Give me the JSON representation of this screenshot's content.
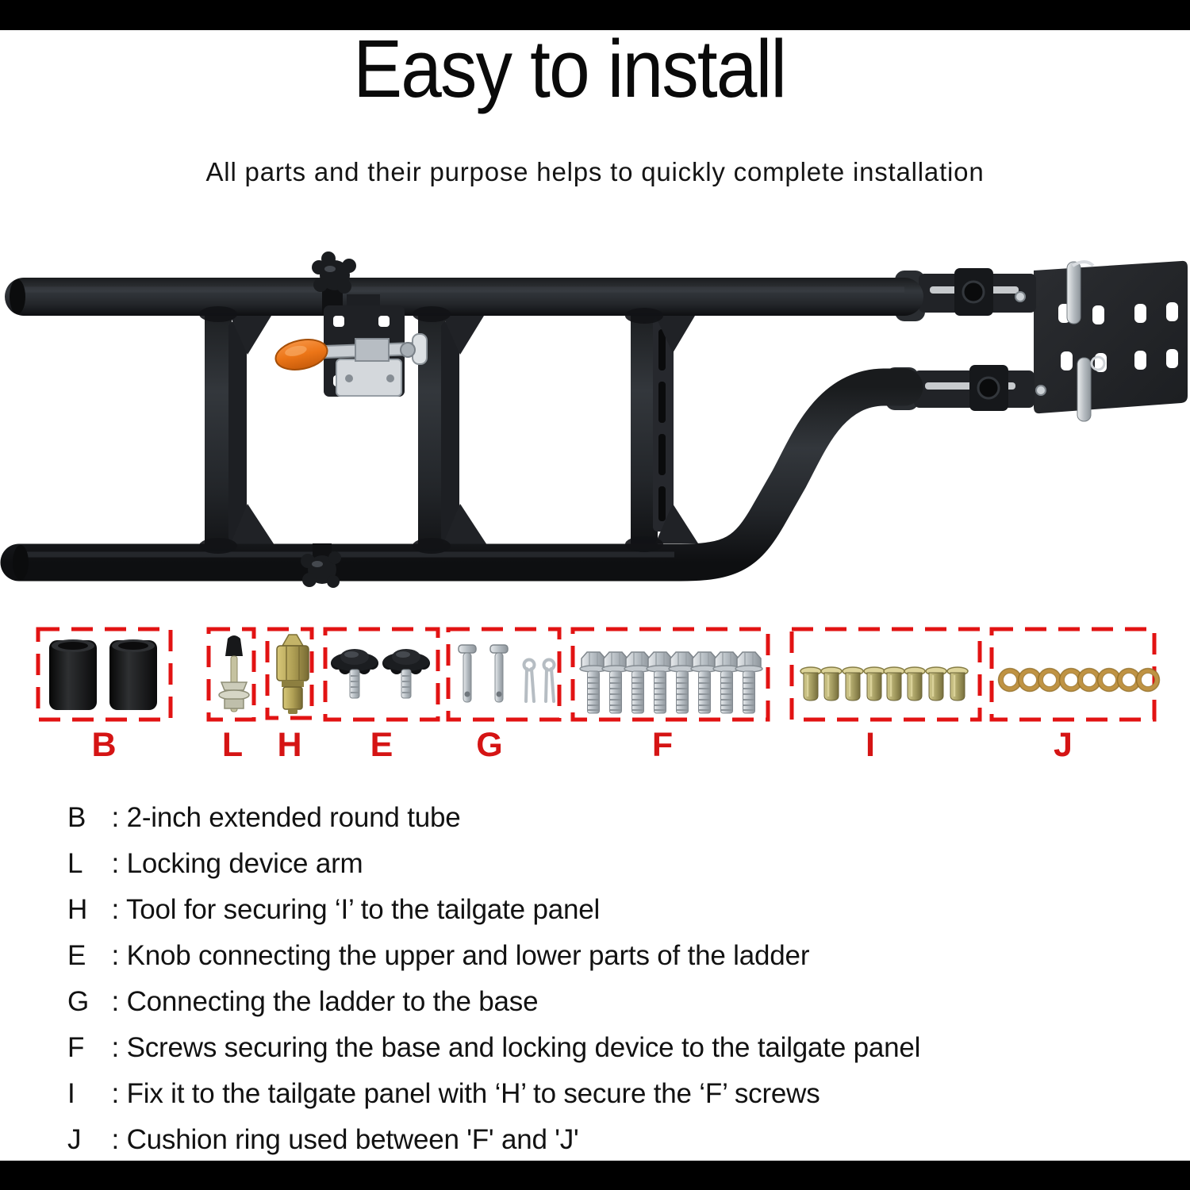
{
  "header": {
    "title": "Easy to install",
    "subtitle": "All parts and their purpose helps to quickly complete installation"
  },
  "separator": " : ",
  "colors": {
    "accent_red": "#d51414",
    "ladder_black": "#212327",
    "clamp_handle_orange": "#ee7a1e",
    "metal_silver": "#c6cbd0",
    "tool_brass": "#b0a055",
    "ring_gold": "#bf9344"
  },
  "parts": [
    {
      "id": "B",
      "count": 2,
      "glyph": "round-tube-spacer",
      "desc": "2-inch extended round tube"
    },
    {
      "id": "L",
      "count": 1,
      "glyph": "locking-arm-bolt",
      "desc": "Locking device arm"
    },
    {
      "id": "H",
      "count": 1,
      "glyph": "rivnut-tool",
      "desc": "Tool for securing ‘I’ to the tailgate panel"
    },
    {
      "id": "E",
      "count": 2,
      "glyph": "star-knob",
      "desc": "Knob connecting the upper and lower parts of the ladder"
    },
    {
      "id": "G",
      "count": 4,
      "glyph": "clevis-and-cotter-pins",
      "desc": "Connecting the ladder to the base"
    },
    {
      "id": "F",
      "count": 8,
      "glyph": "hex-bolt",
      "desc": "Screws securing the base and locking device to the tailgate panel"
    },
    {
      "id": "I",
      "count": 8,
      "glyph": "rivet-nut",
      "desc": "Fix it to the tailgate panel with ‘H’ to secure the ‘F’ screws"
    },
    {
      "id": "J",
      "count": 8,
      "glyph": "cushion-ring",
      "desc": "Cushion ring used between 'F' and 'J'"
    }
  ]
}
